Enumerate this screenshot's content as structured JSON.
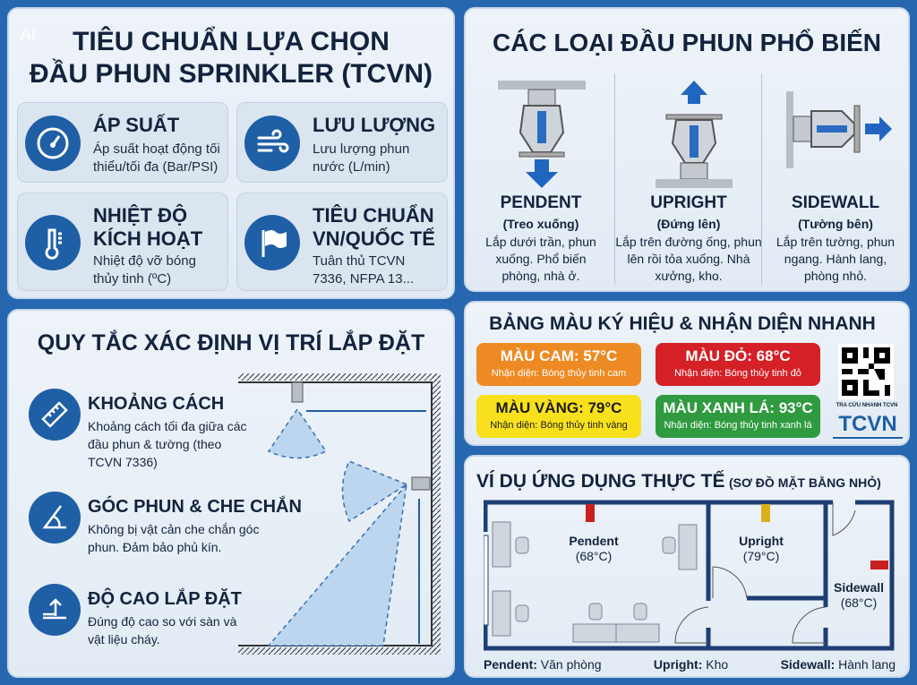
{
  "watermark": "Ai",
  "criteria": {
    "title_line1": "TIÊU CHUẨN LỰA CHỌN",
    "title_line2": "ĐẦU PHUN SPRINKLER (TCVN)",
    "items": [
      {
        "icon": "gauge-icon",
        "title": "ÁP SUẤT",
        "desc": "Áp suất hoạt động tối thiểu/tối đa (Bar/PSI)"
      },
      {
        "icon": "wind-flow-icon",
        "title": "LƯU LƯỢNG",
        "desc": "Lưu lượng phun nước (L/min)"
      },
      {
        "icon": "thermometer-icon",
        "title": "NHIỆT ĐỘ KÍCH HOẠT",
        "desc": "Nhiệt độ vỡ bóng thủy tinh (ºC)"
      },
      {
        "icon": "flag-icon",
        "title": "TIÊU CHUẨN VN/QUỐC TẾ",
        "desc": "Tuân thủ TCVN 7336, NFPA 13..."
      }
    ]
  },
  "types": {
    "title": "CÁC LOẠI ĐẦU PHUN PHỔ BIẾN",
    "items": [
      {
        "name": "PENDENT",
        "sub": "(Treo xuống)",
        "desc": "Lắp dưới trần, phun xuống. Phổ biến phòng, nhà ở."
      },
      {
        "name": "UPRIGHT",
        "sub": "(Đứng lên)",
        "desc": "Lắp trên đường ống, phun lên rồi tỏa xuống. Nhà xưởng, kho."
      },
      {
        "name": "SIDEWALL",
        "sub": "(Tường bên)",
        "desc": "Lắp trên tường, phun ngang. Hành lang, phòng nhỏ."
      }
    ]
  },
  "rules": {
    "title": "QUY TẮC XÁC ĐỊNH VỊ TRÍ LẮP ĐẶT",
    "items": [
      {
        "icon": "ruler-icon",
        "title": "KHOẢNG CÁCH",
        "desc": "Khoảng cách tối đa giữa các đầu phun & tường (theo TCVN 7336)"
      },
      {
        "icon": "angle-icon",
        "title": "GÓC PHUN & CHE CHẮN",
        "desc": "Không bị vật cản che chắn góc phun. Đảm bảo phủ kín."
      },
      {
        "icon": "height-icon",
        "title": "ĐỘ CAO LẮP ĐẶT",
        "desc": "Đúng độ cao so với sàn và vật liệu cháy."
      }
    ]
  },
  "colors": {
    "title": "BẢNG MÀU KÝ HIỆU & NHẬN DIỆN NHANH",
    "items": [
      {
        "label": "MÀU CAM: 57°C",
        "desc": "Nhận diện: Bóng thủy tinh cam",
        "color": "#ee8a23",
        "text": "#ffffff"
      },
      {
        "label": "MÀU ĐỎ: 68°C",
        "desc": "Nhận diện: Bóng thủy tinh đỏ",
        "color": "#d52027",
        "text": "#ffffff"
      },
      {
        "label": "MÀU VÀNG: 79°C",
        "desc": "Nhận diện: Bóng thủy tinh vàng",
        "color": "#f8e11c",
        "text": "#1c1c1c"
      },
      {
        "label": "MÀU XANH LÁ: 93°C",
        "desc": "Nhận diện: Bóng thủy tinh xanh lá",
        "color": "#2f9a3f",
        "text": "#ffffff"
      }
    ],
    "qr_caption": "TRA CỨU NHANH TCVN",
    "logo": "TCVN"
  },
  "example": {
    "title": "VÍ DỤ ỨNG DỤNG THỰC TẾ",
    "subtitle": "(SƠ ĐỒ MẶT BẰNG NHỎ)",
    "rooms": [
      {
        "type": "Pendent",
        "temp": "(68°C)",
        "color": "#c8201f"
      },
      {
        "type": "Upright",
        "temp": "(79°C)",
        "color": "#d9b21a"
      },
      {
        "type": "Sidewall",
        "temp": "(68°C)",
        "color": "#c8201f"
      }
    ],
    "legend": [
      {
        "key": "Pendent:",
        "value": "Văn phòng"
      },
      {
        "key": "Upright:",
        "value": "Kho"
      },
      {
        "key": "Sidewall:",
        "value": "Hành lang"
      }
    ]
  }
}
